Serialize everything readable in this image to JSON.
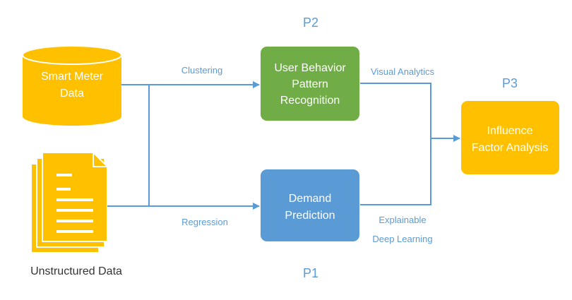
{
  "colors": {
    "accent_blue": "#5b9bd5",
    "box_blue": "#5b9bd5",
    "box_green": "#70ad47",
    "box_gold": "#ffc000",
    "node_text": "#ffffff",
    "edge_text": "#5b9bd5",
    "phase_text": "#5b9bd5",
    "doc_line": "#ffffff",
    "caption_text": "#333333"
  },
  "phases": {
    "p1": "P1",
    "p2": "P2",
    "p3": "P3"
  },
  "nodes": {
    "smart_meter": {
      "line1": "Smart Meter",
      "line2": "Data",
      "icon": "database-cylinder-icon"
    },
    "unstructured": {
      "label": "Unstructured Data",
      "icon": "document-stack-icon"
    },
    "user_behavior": {
      "line1": "User Behavior",
      "line2": "Pattern",
      "line3": "Recognition"
    },
    "demand": {
      "line1": "Demand",
      "line2": "Prediction"
    },
    "influence": {
      "line1": "Influence",
      "line2": "Factor Analysis"
    }
  },
  "edges": {
    "clustering": "Clustering",
    "regression": "Regression",
    "visual_analytics": "Visual Analytics",
    "explainable_line1": "Explainable",
    "explainable_line2": "Deep Learning"
  }
}
